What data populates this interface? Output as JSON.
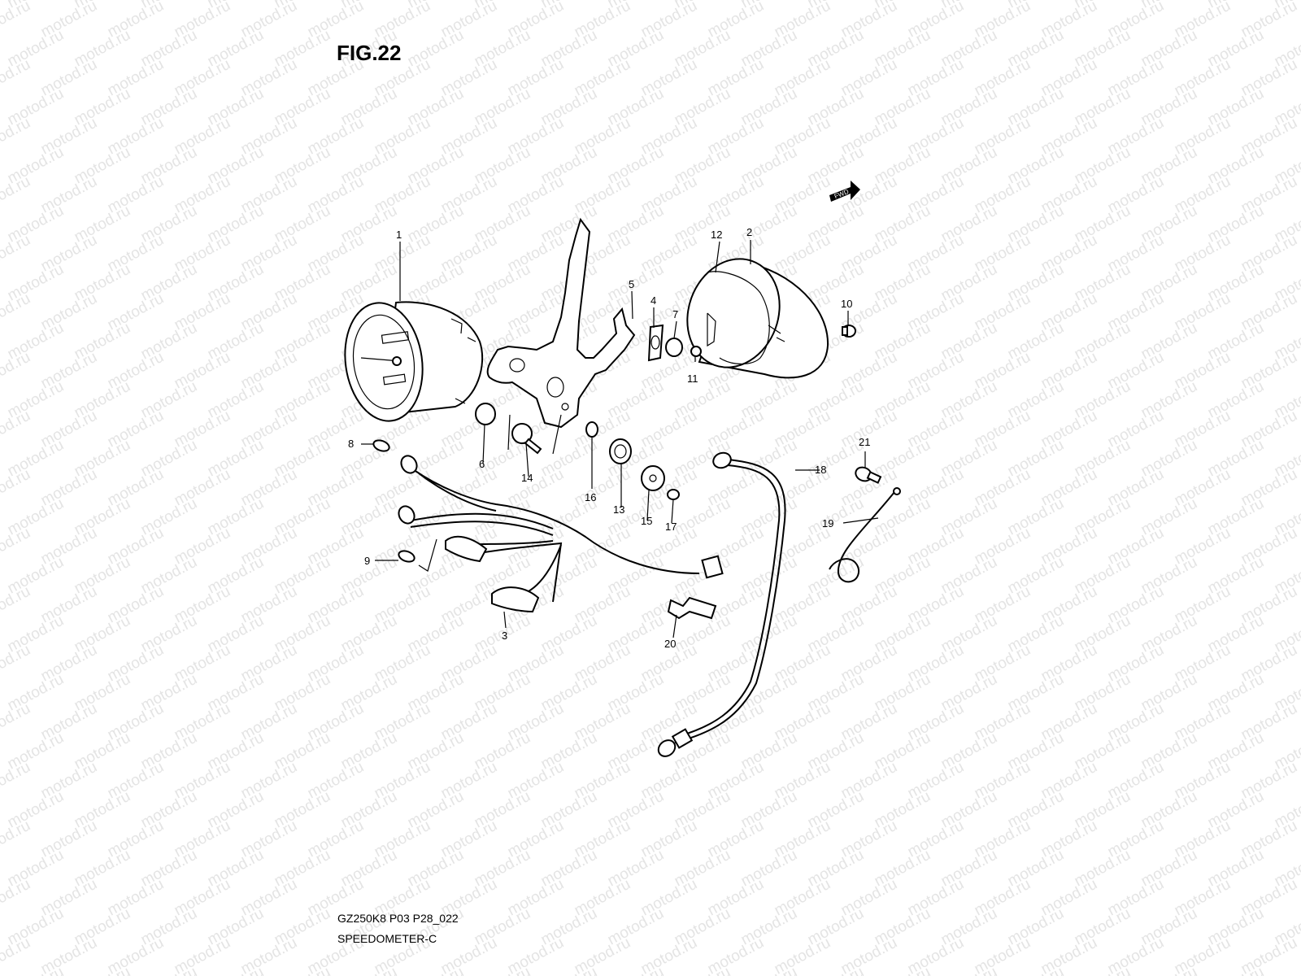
{
  "watermark": "motod.ru",
  "figure": {
    "title": "FIG.22"
  },
  "footer": {
    "code": "GZ250K8 P03 P28_022",
    "name": "SPEEDOMETER-C"
  },
  "direction_label": "FWD",
  "callouts": [
    {
      "id": "1",
      "label": "1"
    },
    {
      "id": "2",
      "label": "2"
    },
    {
      "id": "3",
      "label": "3"
    },
    {
      "id": "4",
      "label": "4"
    },
    {
      "id": "5",
      "label": "5"
    },
    {
      "id": "6",
      "label": "6"
    },
    {
      "id": "7",
      "label": "7"
    },
    {
      "id": "8",
      "label": "8"
    },
    {
      "id": "9",
      "label": "9"
    },
    {
      "id": "10",
      "label": "10"
    },
    {
      "id": "11",
      "label": "11"
    },
    {
      "id": "12",
      "label": "12"
    },
    {
      "id": "13",
      "label": "13"
    },
    {
      "id": "14",
      "label": "14"
    },
    {
      "id": "15",
      "label": "15"
    },
    {
      "id": "16",
      "label": "16"
    },
    {
      "id": "17",
      "label": "17"
    },
    {
      "id": "18",
      "label": "18"
    },
    {
      "id": "19",
      "label": "19"
    },
    {
      "id": "20",
      "label": "20"
    },
    {
      "id": "21",
      "label": "21"
    }
  ]
}
